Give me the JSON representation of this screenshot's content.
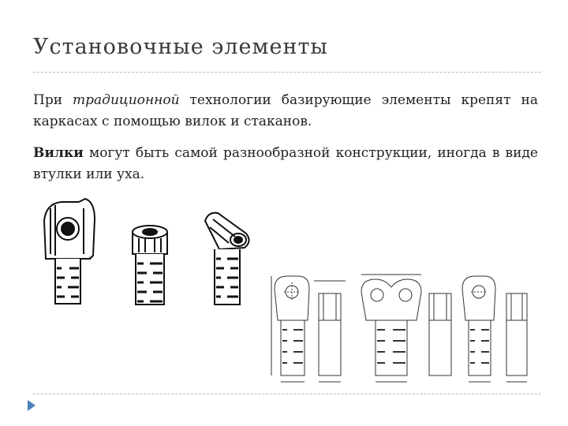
{
  "slide": {
    "title": "Установочные элементы",
    "p1": {
      "lead": "При ",
      "italic": "традиционной",
      "rest": " технологии базирующие элементы крепят на каркасах с помощью вилок и стаканов."
    },
    "p2": {
      "bold": "Вилки",
      "rest": " могут быть самой разнообразной конструкции, иногда в виде втулки или уха."
    }
  },
  "colors": {
    "accent": "#4f81bd",
    "rule": "#bdbdbd",
    "ink": "#222222"
  },
  "icons": [
    "bullet-arrow-icon"
  ]
}
